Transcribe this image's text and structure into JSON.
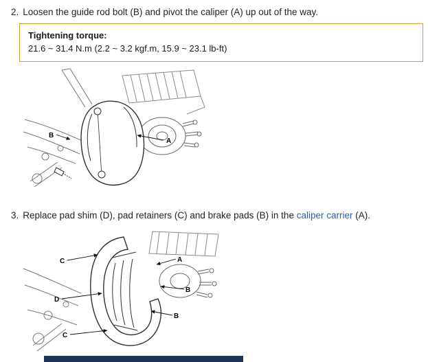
{
  "colors": {
    "torque_box_border": "#C9A227",
    "link_blue": "#2A5DB0",
    "footer_bar_navy": "#1D3456",
    "text": "#222222"
  },
  "step2": {
    "number": "2.",
    "text": "Loosen the guide rod bolt (B) and pivot the caliper (A) up out of the way."
  },
  "torque": {
    "title": "Tightening torque:",
    "value": "21.6 ~ 31.4 N.m (2.2 ~ 3.2 kgf.m, 15.9 ~ 23.1 lb-ft)"
  },
  "figure1": {
    "description": "caliper and guide rod bolt diagram",
    "labels": [
      "B",
      "A"
    ]
  },
  "step3": {
    "number": "3.",
    "text_before": "Replace pad shim (D), pad retainers (C) and brake pads (B) in the ",
    "link_text": "caliper carrier",
    "text_after": " (A)."
  },
  "figure2": {
    "description": "caliper carrier with pads, shims and retainers diagram",
    "labels": [
      "C",
      "A",
      "D",
      "B",
      "B",
      "C"
    ]
  }
}
